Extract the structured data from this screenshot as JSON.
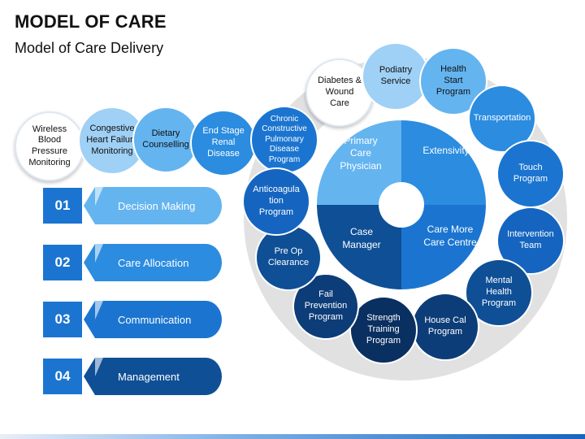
{
  "title": "MODEL OF CARE",
  "subtitle": "Model of Care Delivery",
  "left_bubbles": [
    "Wireless\nBlood\nPressure\nMonitoring",
    "Congestive\nHeart Failure\nMonitoring",
    "Dietary\nCounselling",
    "End Stage\nRenal\nDisease"
  ],
  "steps": [
    {
      "num": "01",
      "label": "Decision Making"
    },
    {
      "num": "02",
      "label": "Care Allocation"
    },
    {
      "num": "03",
      "label": "Communication"
    },
    {
      "num": "04",
      "label": "Management"
    }
  ],
  "center": {
    "primary_care": "Primary\nCare\nPhysician",
    "extensivity": "Extensivity",
    "case_manager": "Case\nManager",
    "care_more": "Care More\nCare Centre"
  },
  "ring_bubbles": [
    "Chronic\nConstructive\nPulmonary\nDisease\nProgram",
    "Diabetes &\nWound\nCare",
    "Podiatry\nService",
    "Health\nStart\nProgram",
    "Transportation",
    "Touch\nProgram",
    "Intervention\nTeam",
    "Mental\nHealth\nProgram",
    "House Cal\nProgram",
    "Strength\nTraining\nProgram",
    "Fail\nPrevention\nProgram",
    "Pre Op\nClearance",
    "Anticoagula\ntion\nProgram"
  ],
  "colors": {
    "light_blue": "#9fd0f5",
    "mid_blue": "#64b4f0",
    "blue": "#2b8ce0",
    "accent_blue": "#1b75d0",
    "dark_blue": "#0f4f96",
    "navy": "#0a2f61"
  }
}
